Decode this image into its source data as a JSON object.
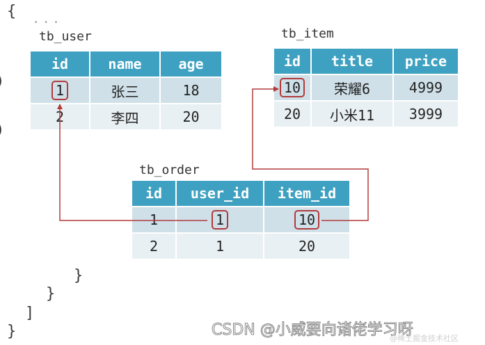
{
  "code": [
    "{",
    "}",
    "}",
    "]",
    "}"
  ],
  "tables": {
    "user": {
      "caption": "tb_user",
      "headers": [
        "id",
        "name",
        "age"
      ],
      "rows": [
        [
          "1",
          "张三",
          "18"
        ],
        [
          "2",
          "李四",
          "20"
        ]
      ]
    },
    "item": {
      "caption": "tb_item",
      "headers": [
        "id",
        "title",
        "price"
      ],
      "rows": [
        [
          "10",
          "荣耀6",
          "4999"
        ],
        [
          "20",
          "小米11",
          "3999"
        ]
      ]
    },
    "order": {
      "caption": "tb_order",
      "headers": [
        "id",
        "user_id",
        "item_id"
      ],
      "rows": [
        [
          "1",
          "1",
          "10"
        ],
        [
          "2",
          "1",
          "20"
        ]
      ]
    }
  },
  "colors": {
    "header": "#3fa1c1",
    "link": "#b23a3a",
    "row_odd": "#cfe0e8",
    "row_even": "#e9f0f3"
  },
  "watermark": {
    "main": "CSDN @小威要向诸佬学习呀",
    "sub": "@稀土掘金技术社区"
  }
}
